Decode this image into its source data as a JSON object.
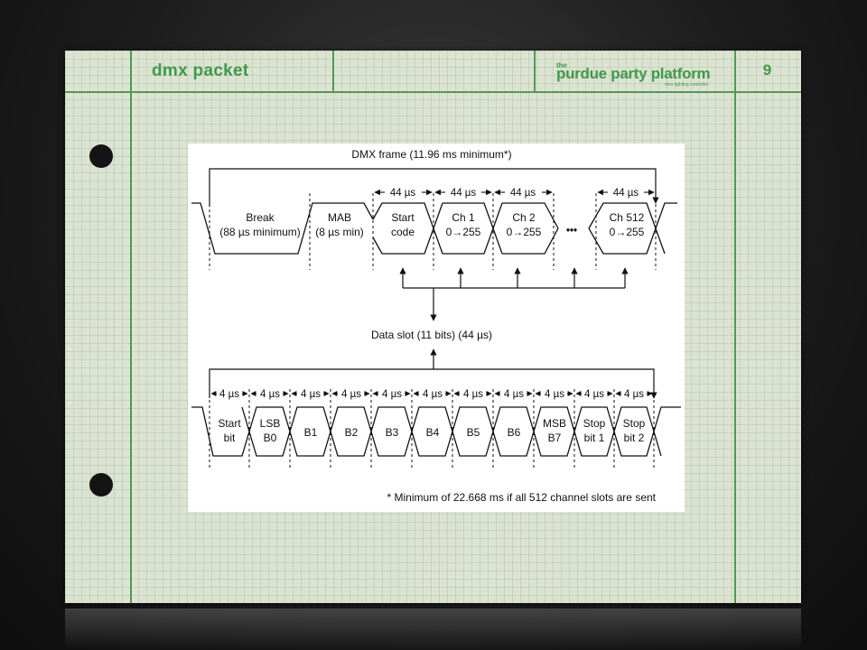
{
  "slide": {
    "title": "dmx packet",
    "brand_prefix": "the",
    "brand_name": "purdue party platform",
    "brand_tagline": "dmx lighting controller",
    "page_number": "9"
  },
  "diagram": {
    "frame_label": "DMX frame (11.96 ms minimum*)",
    "frame_timings": [
      "44 µs",
      "44 µs",
      "44 µs",
      "44 µs"
    ],
    "frame_segments": [
      {
        "line1": "Break",
        "line2": "(88 µs minimum)"
      },
      {
        "line1": "MAB",
        "line2": "(8 µs min)"
      },
      {
        "line1": "Start",
        "line2": "code"
      },
      {
        "line1": "Ch 1",
        "line2": "0→255"
      },
      {
        "line1": "Ch 2",
        "line2": "0→255"
      },
      {
        "line1": "Ch 512",
        "line2": "0→255"
      }
    ],
    "ellipsis": "•••",
    "slot_label": "Data slot (11 bits) (44 µs)",
    "bit_timing": "4 µs",
    "bits": [
      {
        "line1": "Start",
        "line2": "bit"
      },
      {
        "line1": "LSB",
        "line2": "B0"
      },
      {
        "line1": "B1",
        "line2": ""
      },
      {
        "line1": "B2",
        "line2": ""
      },
      {
        "line1": "B3",
        "line2": ""
      },
      {
        "line1": "B4",
        "line2": ""
      },
      {
        "line1": "B5",
        "line2": ""
      },
      {
        "line1": "B6",
        "line2": ""
      },
      {
        "line1": "MSB",
        "line2": "B7"
      },
      {
        "line1": "Stop",
        "line2": "bit 1"
      },
      {
        "line1": "Stop",
        "line2": "bit 2"
      }
    ],
    "footnote": "* Minimum of 22.668 ms if all 512 channel slots are sent"
  },
  "colors": {
    "accent": "#3e9a4a",
    "paper": "#dde3d2",
    "grid_line": "#4f9a55"
  }
}
